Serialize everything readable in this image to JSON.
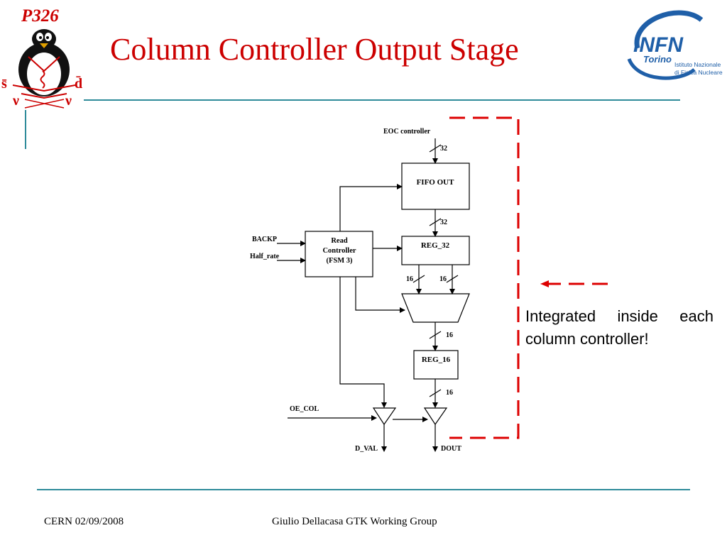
{
  "header": {
    "title": "Column Controller Output Stage",
    "logo_left": {
      "label": "P326",
      "symbols": [
        "s̄",
        "d̄",
        "ν",
        "ν"
      ],
      "icon": "penguin-icon",
      "color": "#cc0000"
    },
    "logo_right": {
      "text": "INFN",
      "subtext": "Torino",
      "line1": "Istituto Nazionale",
      "line2": "di Fisica Nucleare",
      "color": "#1f5fa8"
    }
  },
  "diagram": {
    "inputs": {
      "eoc": "EOC controller",
      "backp": "BACKP",
      "half_rate": "Half_rate",
      "oe_col": "OE_COL"
    },
    "blocks": {
      "fifo": "FIFO OUT",
      "reg32": "REG_32",
      "read_ctrl": [
        "Read",
        "Controller",
        "(FSM 3)"
      ],
      "reg16": "REG_16"
    },
    "bus_widths": {
      "w_eoc": "32",
      "w_fifo": "32",
      "w_left": "16",
      "w_right": "16",
      "w_mux": "16",
      "w_reg16": "16"
    },
    "outputs": {
      "dval": "D_VAL",
      "dout": "DOUT"
    },
    "colors": {
      "line": "#000000",
      "highlight": "#dd0000"
    }
  },
  "note": "Integrated inside each column controller!",
  "footer": {
    "left": "CERN 02/09/2008",
    "center": "Giulio Dellacasa GTK Working Group"
  }
}
